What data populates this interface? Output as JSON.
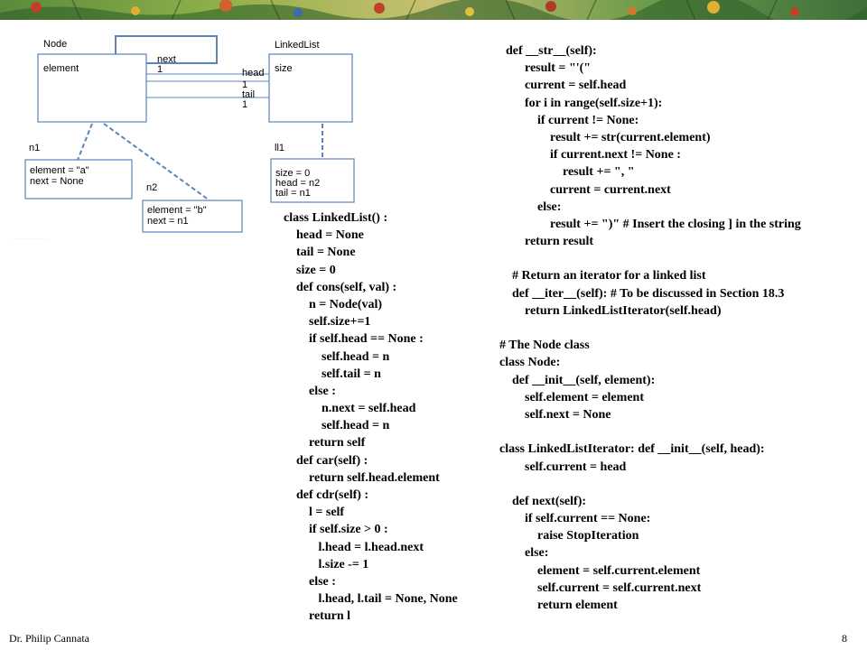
{
  "diagram": {
    "node_class_title": "Node",
    "node_field_element": "element",
    "node_next_label": "next",
    "node_next_mult": "1",
    "linkedlist_class_title": "LinkedList",
    "linkedlist_field_size": "size",
    "head_label": "head",
    "head_mult": "1",
    "tail_label": "tail",
    "tail_mult": "1",
    "n1_label": "n1",
    "n1_line1": "element = \"a\"",
    "n1_line2": "next = None",
    "n2_label": "n2",
    "n2_line1": "element = \"b\"",
    "n2_line2": "next = n1",
    "ll1_label": "ll1",
    "ll1_line1": "size = 0",
    "ll1_line2": "head = n2",
    "ll1_line3": "tail = n1"
  },
  "code_left": [
    "class LinkedList() :",
    "    head = None",
    "    tail = None",
    "    size = 0",
    "    def cons(self, val) :",
    "        n = Node(val)",
    "        self.size+=1",
    "        if self.head == None :",
    "            self.head = n",
    "            self.tail = n",
    "        else :",
    "            n.next = self.head",
    "            self.head = n",
    "        return self",
    "    def car(self) :",
    "        return self.head.element",
    "    def cdr(self) :",
    "        l = self",
    "        if self.size > 0 :",
    "           l.head = l.head.next",
    "           l.size -= 1",
    "        else :",
    "           l.head, l.tail = None, None",
    "        return l"
  ],
  "code_right": [
    "  def __str__(self):",
    "        result = \"'(\"",
    "        current = self.head",
    "        for i in range(self.size+1):",
    "            if current != None:",
    "                result += str(current.element)",
    "                if current.next != None :",
    "                    result += \", \"",
    "                current = current.next",
    "            else:",
    "                result += \")\" # Insert the closing ] in the string",
    "        return result",
    "",
    "    # Return an iterator for a linked list",
    "    def __iter__(self): # To be discussed in Section 18.3",
    "        return LinkedListIterator(self.head)",
    "",
    "# The Node class",
    "class Node:",
    "    def __init__(self, element):",
    "        self.element = element",
    "        self.next = None",
    "",
    "class LinkedListIterator: def __init__(self, head):",
    "        self.current = head",
    "",
    "    def next(self):",
    "        if self.current == None:",
    "            raise StopIteration",
    "        else:",
    "            element = self.current.element",
    "            self.current = self.current.next",
    "            return element"
  ],
  "footer": {
    "author": "Dr. Philip Cannata",
    "page": "8"
  }
}
